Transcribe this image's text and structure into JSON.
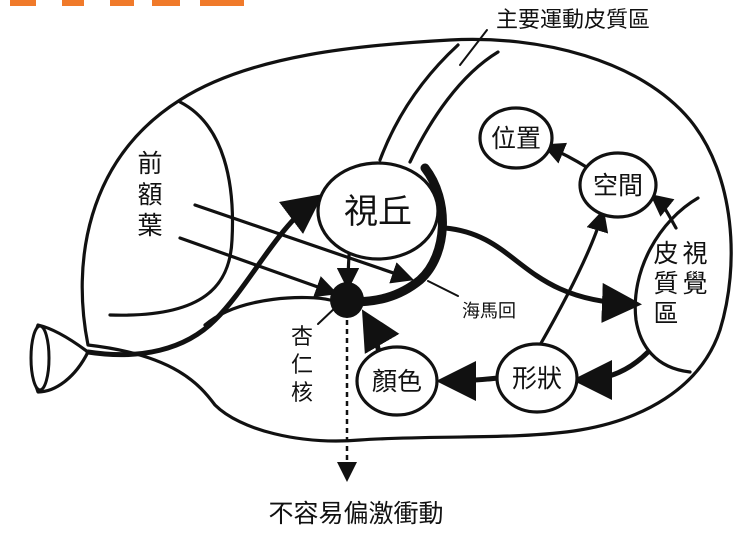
{
  "top_label": "主要運動皮質區",
  "regions": {
    "prefrontal": [
      "前",
      "額",
      "葉"
    ],
    "visual_cortex_left": [
      "皮",
      "質",
      "區"
    ],
    "visual_cortex_right": [
      "視",
      "覺"
    ]
  },
  "nodes": {
    "thalamus": "視丘",
    "position": "位置",
    "space": "空間",
    "shape": "形狀",
    "color": "顏色"
  },
  "labels": {
    "hippocampus": "海馬回",
    "amygdala": [
      "杏",
      "仁",
      "核"
    ]
  },
  "bottom_label": "不容易偏激衝動",
  "colors": {
    "ink": "#111111",
    "top_fragment": "#f07a2a"
  }
}
